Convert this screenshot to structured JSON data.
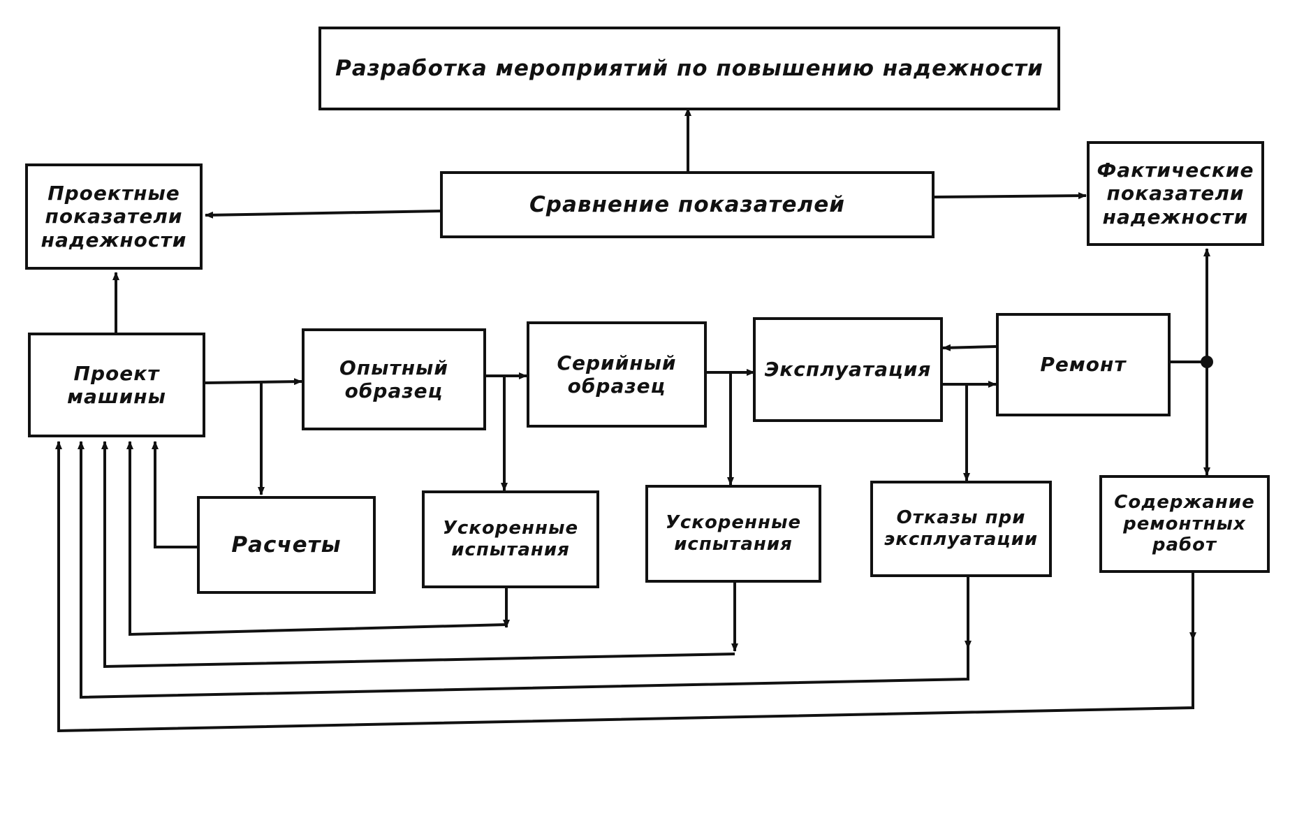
{
  "boxes": {
    "development": "Разработка мероприятий по повышению надежности",
    "comparison": "Сравнение показателей",
    "design_indicators": "Проектные\nпоказатели\nнадежности",
    "actual_indicators": "Фактические\nпоказатели\nнадежности",
    "machine_project": "Проект\nмашины",
    "prototype": "Опытный\nобразец",
    "serial_sample": "Серийный\nобразец",
    "operation": "Эксплуатация",
    "repair": "Ремонт",
    "calculations": "Расчеты",
    "accelerated_tests_1": "Ускоренные\nиспытания",
    "accelerated_tests_2": "Ускоренные\nиспытания",
    "operation_failures": "Отказы при\nэксплуатации",
    "repair_content": "Содержание\nремонтных\nработ"
  },
  "colors": {
    "line": "#111111",
    "background": "#ffffff"
  }
}
